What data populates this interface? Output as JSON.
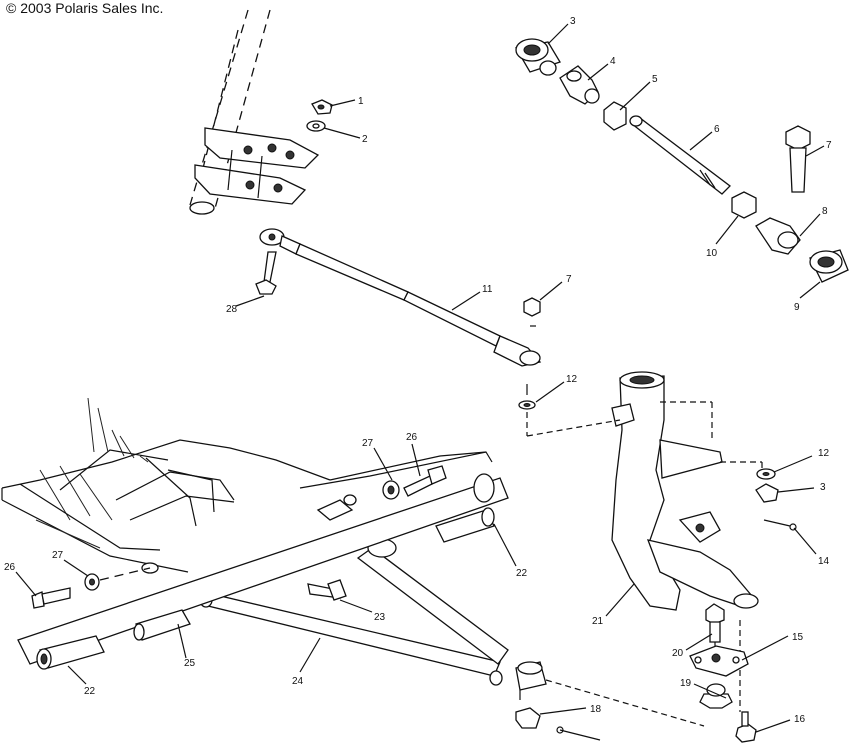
{
  "copyright": "© 2003 Polaris Sales Inc.",
  "callouts": [
    "1",
    "2",
    "3",
    "4",
    "5",
    "6",
    "7",
    "7",
    "8",
    "9",
    "10",
    "11",
    "12",
    "12",
    "3",
    "14",
    "15",
    "16",
    "18",
    "19",
    "20",
    "21",
    "22",
    "22",
    "23",
    "24",
    "25",
    "26",
    "26",
    "27",
    "27",
    "28"
  ]
}
